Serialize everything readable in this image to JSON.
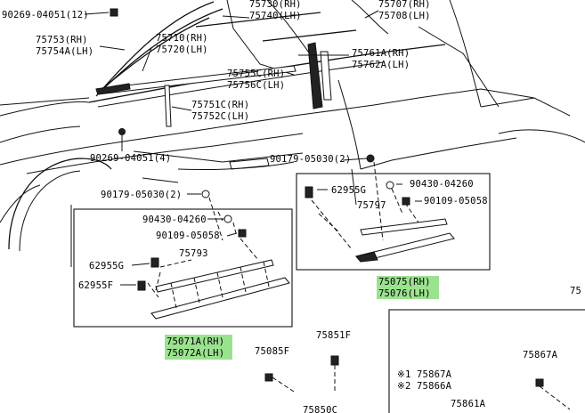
{
  "labels": {
    "l01": "90269-04051(12)",
    "l02": "75730(RH)",
    "l03": "75740(LH)",
    "l04": "75707(RH)",
    "l05": "75708(LH)",
    "l06": "75753(RH)",
    "l07": "75754A(LH)",
    "l08": "75710(RH)",
    "l09": "75720(LH)",
    "l10": "75761A(RH)",
    "l11": "75762A(LH)",
    "l12": "75755C(RH)",
    "l13": "75756C(LH)",
    "l14": "75751C(RH)",
    "l15": "75752C(LH)",
    "l16": "90269-04051(4)",
    "l17": "90179-05030(2)",
    "l18": "90179-05030(2)",
    "l19": "62955G",
    "l20": "90430-04260",
    "l21": "75797",
    "l22": "90109-05058",
    "l23": "90430-04260",
    "l24": "90109-05058",
    "l25": "75793",
    "l26": "62955G",
    "l27": "62955F",
    "l28": "75075(RH)",
    "l29": "75076(LH)",
    "l30": "75071A(RH)",
    "l31": "75072A(LH)",
    "l32": "75851F",
    "l33": "75085F",
    "l34": "75867A",
    "l35": "※1 75867A",
    "l36": "※2 75866A",
    "l37": "75861A",
    "l38": "75850C",
    "l39": "75"
  },
  "highlight_color": "#9be28f",
  "line_color": "#111111"
}
